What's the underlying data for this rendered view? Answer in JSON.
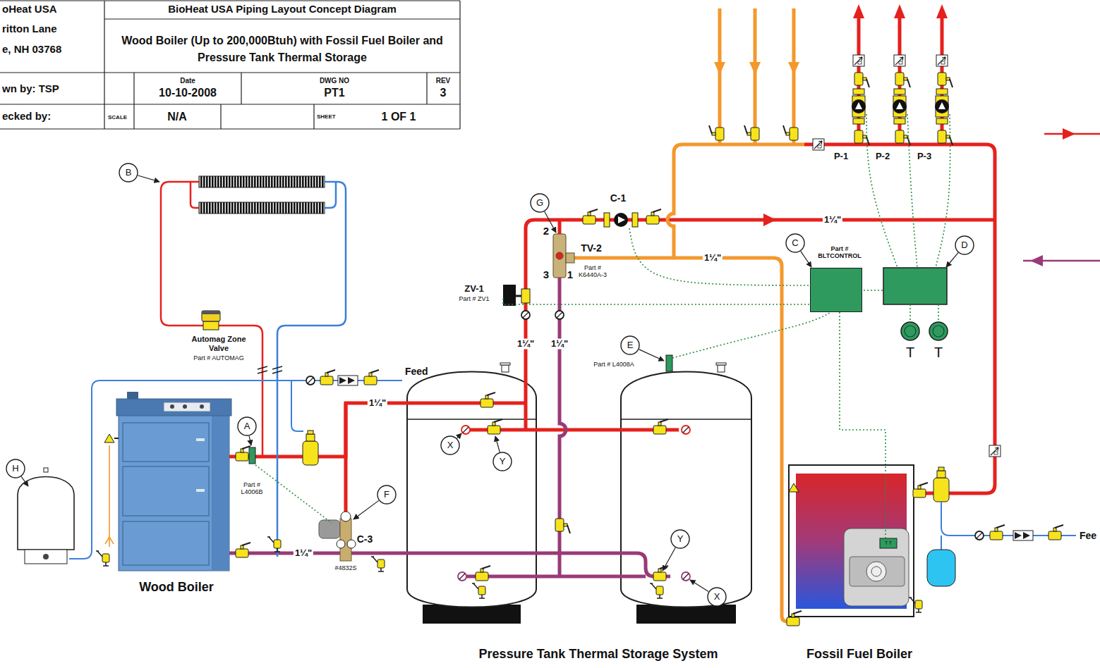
{
  "diagram": {
    "title": "BioHeat USA Piping Layout Concept Diagram",
    "nodes": [
      {
        "text": [
          "Wood Boiler"
        ]
      },
      {
        "text": [
          "Pressure Tank Thermal Storage System"
        ]
      },
      {
        "text": [
          "Part # BLTCONTROL"
        ]
      },
      {
        "text": [
          "Fossil Fuel Boiler"
        ]
      }
    ],
    "edges": [
      {
        "from": 0,
        "to": 1,
        "arrow": "none",
        "label": "1¼\""
      },
      {
        "from": 0,
        "to": 1,
        "arrow": "none",
        "label": "1¼\""
      },
      {
        "from": 2,
        "to": 3,
        "arrow": "none"
      }
    ],
    "labels": [
      "oHeat USA",
      "ritton Lane",
      "e, NH 03768",
      "wn by: TSP",
      "ecked by:",
      "Wood Boiler (Up to 200,000Btuh) with Fossil Fuel Boiler and Pressure Tank Thermal Storage",
      "Date",
      "10-10-2008",
      "DWG NO",
      "PT1",
      "REV",
      "3",
      "SCALE",
      "N/A",
      "SHEET",
      "1 OF 1",
      "B",
      "A",
      "H",
      "F",
      "X",
      "Y",
      "Y",
      "X",
      "E",
      "G",
      "C",
      "D",
      "C-1",
      "2",
      "TV-2",
      "Part # K6440A-3",
      "3",
      "1",
      "1¼\"",
      "1¼\"",
      "ZV-1",
      "Part # ZV1",
      "1¼\"",
      "1¼\"",
      "Part # L4008A",
      "P-1",
      "P-2",
      "P-3",
      "T",
      "T",
      "Automag Zone Valve",
      "Part # AUTOMAG",
      "Feed",
      "Part # L4006B",
      "C-3",
      "#4832S",
      "T T",
      "Fee"
    ]
  }
}
